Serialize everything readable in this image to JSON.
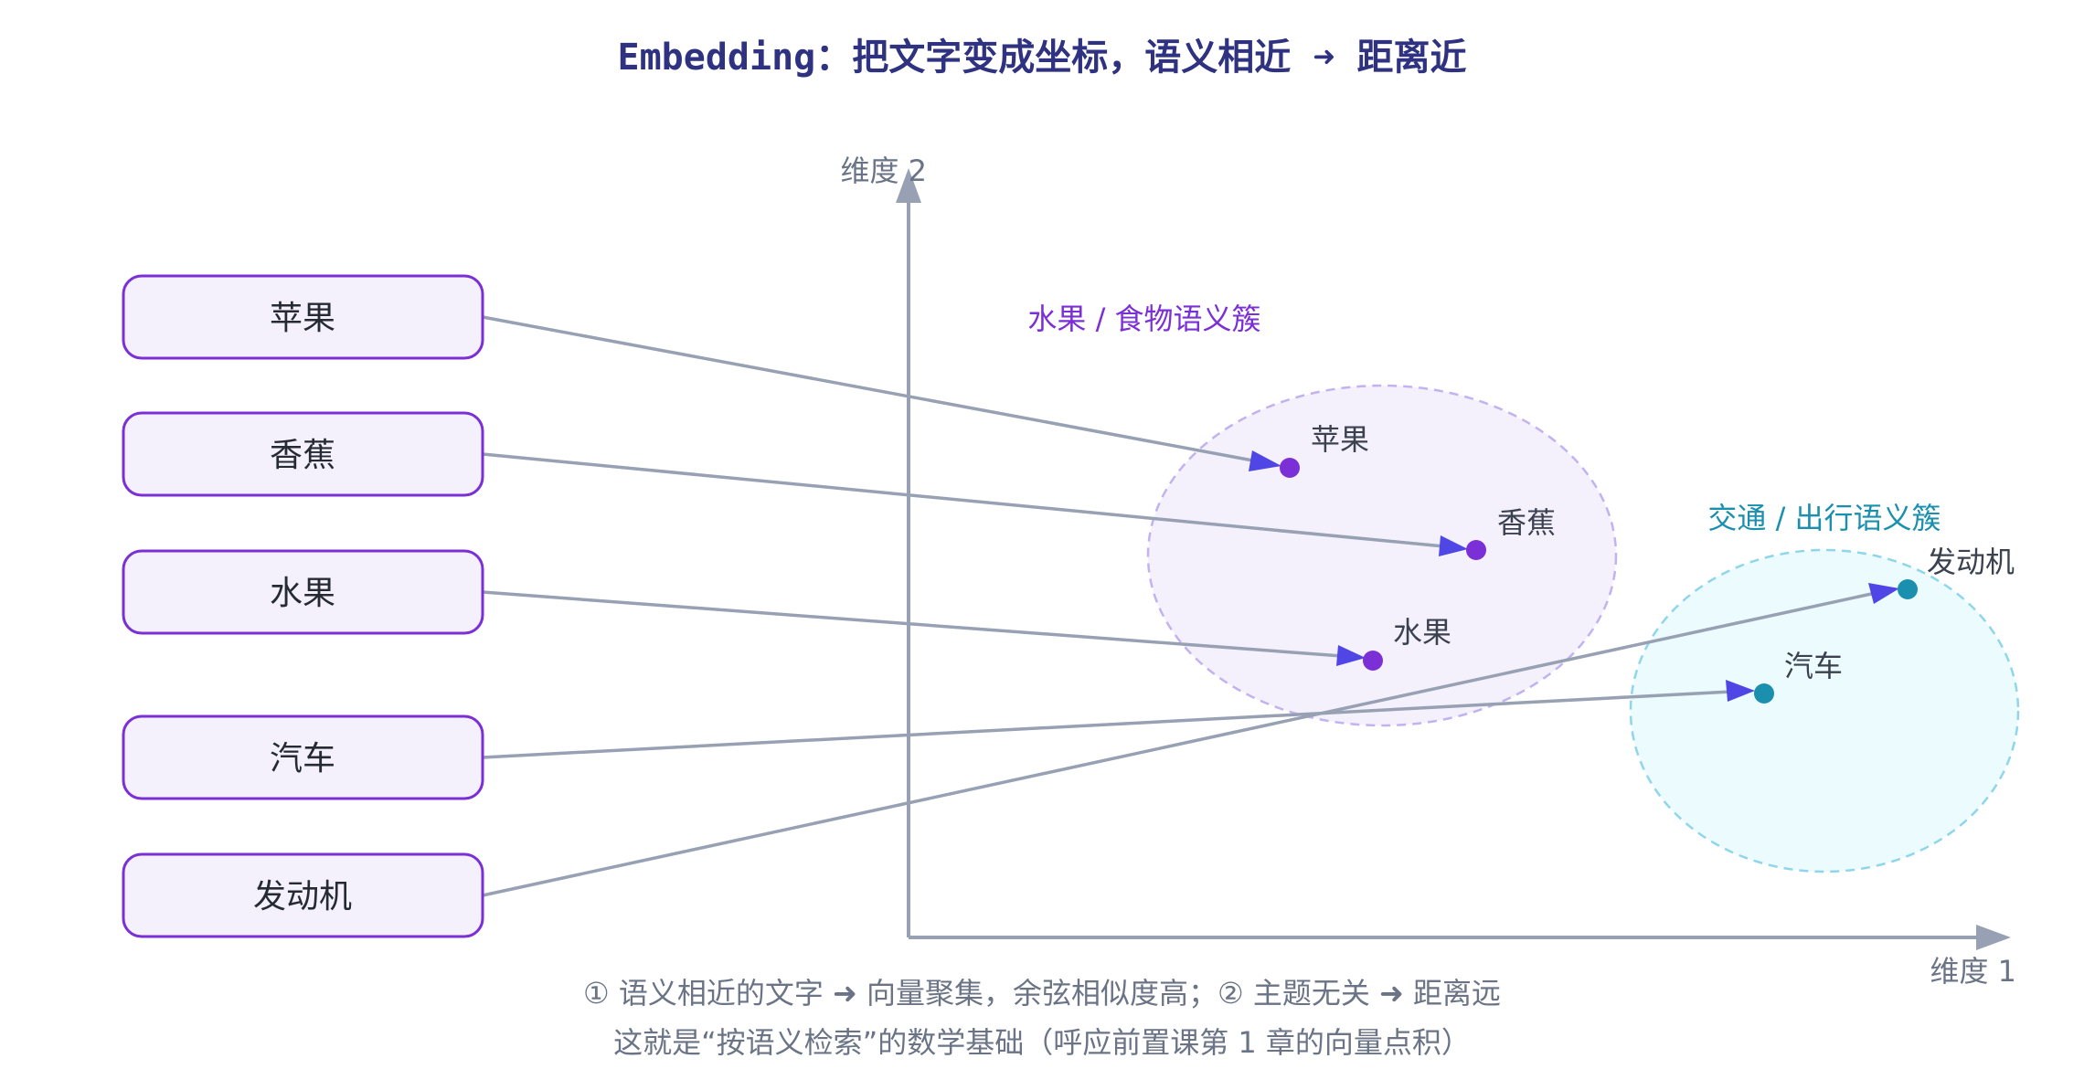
{
  "title": "Embedding：把文字变成坐标，语义相近 ➜ 距离近",
  "axes": {
    "x_label": "维度 1",
    "y_label": "维度 2"
  },
  "words": [
    {
      "label": "苹果",
      "cluster": "fruit"
    },
    {
      "label": "香蕉",
      "cluster": "fruit"
    },
    {
      "label": "水果",
      "cluster": "fruit"
    },
    {
      "label": "汽车",
      "cluster": "transport"
    },
    {
      "label": "发动机",
      "cluster": "transport"
    }
  ],
  "points": [
    {
      "label": "苹果",
      "cluster": "fruit"
    },
    {
      "label": "香蕉",
      "cluster": "fruit"
    },
    {
      "label": "水果",
      "cluster": "fruit"
    },
    {
      "label": "汽车",
      "cluster": "transport"
    },
    {
      "label": "发动机",
      "cluster": "transport"
    }
  ],
  "clusters": {
    "fruit": {
      "label": "水果 / 食物语义簇",
      "color": "#7b2fd6",
      "fill": "#f4f1fd",
      "border": "#c2b3f0"
    },
    "transport": {
      "label": "交通 / 出行语义簇",
      "color": "#1a8fae",
      "fill": "#ecfbfe",
      "border": "#8fd6ec"
    }
  },
  "footer": {
    "line1": "① 语义相近的文字 ➜ 向量聚集，余弦相似度高；② 主题无关 ➜ 距离远",
    "line2": "这就是“按语义检索”的数学基础（呼应前置课第 1 章的向量点积）"
  },
  "colors": {
    "arrow_line": "#97a1b3",
    "arrow_head": "#4f46e5",
    "axis": "#97a1b3"
  }
}
